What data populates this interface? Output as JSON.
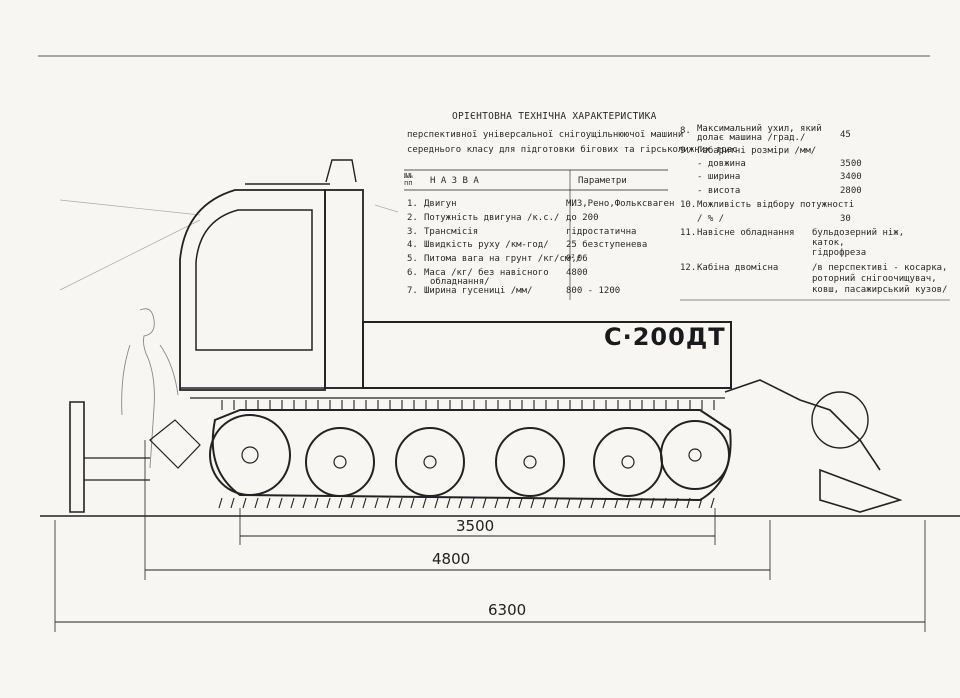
{
  "spec": {
    "title": "ОРІЄНТОВНА ТЕХНІЧНА ХАРАКТЕРИСТИКА",
    "subtitle_1": "перспективної універсальної снігоущільнюючої машини",
    "subtitle_2": "середнього класу для підготовки бігових та гірськолижних трас",
    "header_num": "№№ пп",
    "header_name": "Н А З В А",
    "header_param": "Параметри",
    "rows": [
      {
        "num": "1.",
        "name": "Двигун",
        "value": "МИЗ,Рено,Фольксваген"
      },
      {
        "num": "2.",
        "name": "Потужність двигуна /к.с./",
        "value": "до 200"
      },
      {
        "num": "3.",
        "name": "Трансмісія",
        "value": "гідростатична"
      },
      {
        "num": "4.",
        "name": "Швидкість руху /км-год/",
        "value": "25 безступенева"
      },
      {
        "num": "5.",
        "name": "Питома вага на грунт /кг/см²/",
        "value": "0,06"
      },
      {
        "num": "6.",
        "name": "Маса /кг/ без навісного",
        "name2": "обладнання/",
        "value": "4800"
      },
      {
        "num": "7.",
        "name": "Ширина гусениці /мм/",
        "value": "800 - 1200"
      }
    ]
  },
  "spec_right": {
    "r8_num": "8.",
    "r8_name": "Максимальний ухил, який",
    "r8_name2": "долає машина /град./",
    "r8_value": "45",
    "r9_num": "9.",
    "r9_name": "Габаритні розміри /мм/",
    "r9_len": "- довжина",
    "r9_len_v": "3500",
    "r9_wid": "- ширина",
    "r9_wid_v": "3400",
    "r9_hei": "- висота",
    "r9_hei_v": "2800",
    "r10_num": "10.",
    "r10_name": "Можливість відбору потужності",
    "r10_name2": "/ % /",
    "r10_value": "30",
    "r11_num": "11.",
    "r11_name": "Навісне обладнання",
    "r11_v1": "бульдозерний ніж,",
    "r11_v2": "каток,",
    "r11_v3": "гідрофреза",
    "r12_num": "12.",
    "r12_name": "Кабіна двомісна",
    "r12_v1": "/в перспективі - косарка,",
    "r12_v2": "роторний снігоочищувач,",
    "r12_v3": "ковш, пасажирський кузов/"
  },
  "drawing": {
    "model_label": "С·200ДТ",
    "dim_track": "3500",
    "dim_body": "4800",
    "dim_total": "6300"
  }
}
